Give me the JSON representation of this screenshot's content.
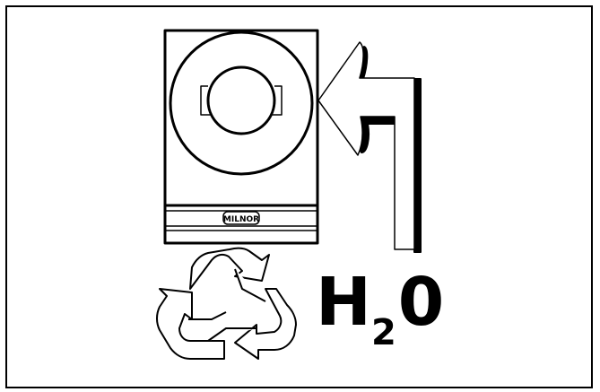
{
  "diagram": {
    "machine": {
      "badge_text": "MILNOR"
    },
    "formula": {
      "element": "H",
      "subscript": "2",
      "rest": "0"
    },
    "icons": [
      "washer-machine-icon",
      "inlet-arrow-icon",
      "recycle-icon"
    ],
    "colors": {
      "stroke": "#000000",
      "background": "#ffffff"
    }
  }
}
